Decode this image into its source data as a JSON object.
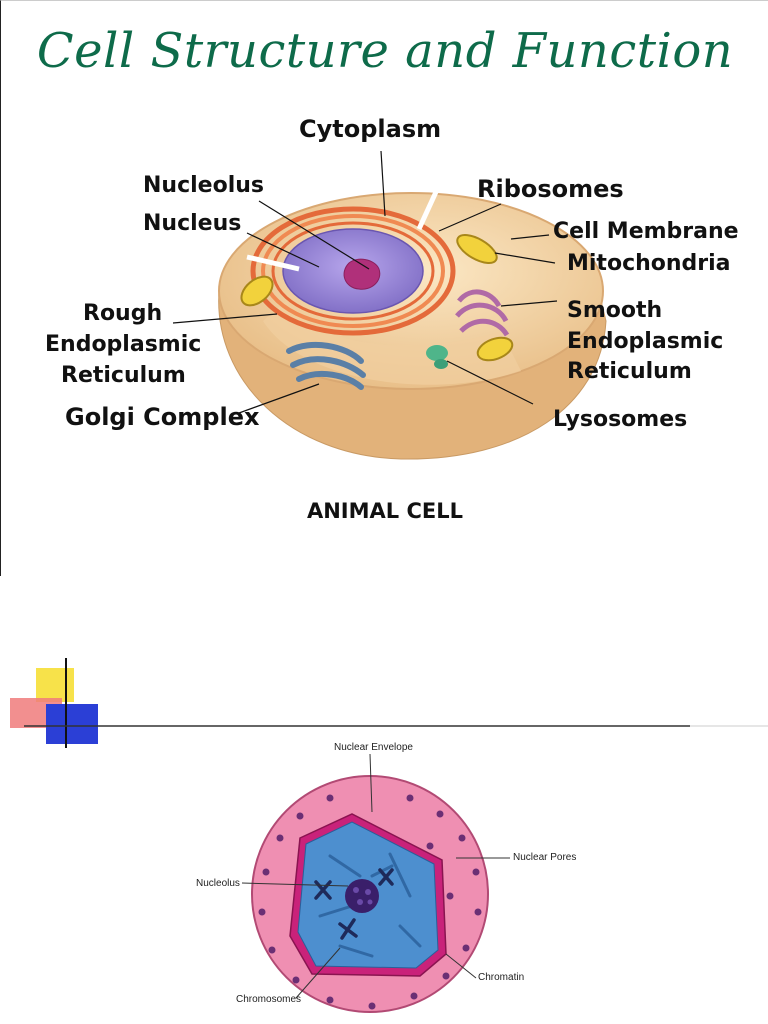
{
  "slide1": {
    "title": "Cell Structure and Function",
    "labels": {
      "cytoplasm": "Cytoplasm",
      "nucleolus": "Nucleolus",
      "nucleus": "Nucleus",
      "ribosomes": "Ribosomes",
      "cell_membrane": "Cell Membrane",
      "mitochondria": "Mitochondria",
      "rough_er_1": "Rough",
      "rough_er_2": "Endoplasmic",
      "rough_er_3": "Reticulum",
      "smooth_er_1": "Smooth",
      "smooth_er_2": "Endoplasmic",
      "smooth_er_3": "Reticulum",
      "golgi": "Golgi Complex",
      "lysosomes": "Lysosomes"
    },
    "caption": "ANIMAL CELL"
  },
  "slide2": {
    "labels": {
      "nuclear_envelope": "Nuclear Envelope",
      "nuclear_pores": "Nuclear Pores",
      "nucleolus": "Nucleolus",
      "chromatin": "Chromatin",
      "chromosomes": "Chromosomes"
    }
  },
  "colors": {
    "title": "#0e6b4a",
    "cytoplasm": "#f3d6a4",
    "nucleus": "#9b87d6",
    "nucleolus": "#b0307a",
    "er": "#e46a3a",
    "nuclear_ring": "#ef8fb2",
    "nuclear_inner": "#4d8fcf"
  }
}
